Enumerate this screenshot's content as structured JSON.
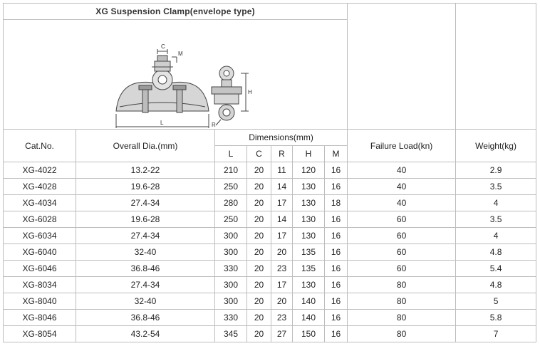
{
  "table": {
    "title": "XG Suspension Clamp(envelope type)",
    "headers": {
      "cat_no": "Cat.No.",
      "overall_dia": "Overall Dia.(mm)",
      "dimensions": "Dimensions(mm)",
      "dim_cols": [
        "L",
        "C",
        "R",
        "H",
        "M"
      ],
      "failure_load": "Failure Load(kn)",
      "weight": "Weight(kg)"
    },
    "figure_labels": [
      "C",
      "M",
      "L",
      "H",
      "R"
    ],
    "rows": [
      {
        "cat": "XG-4022",
        "dia": "13.2-22",
        "L": "210",
        "C": "20",
        "R": "11",
        "H": "120",
        "M": "16",
        "load": "40",
        "weight": "2.9"
      },
      {
        "cat": "XG-4028",
        "dia": "19.6-28",
        "L": "250",
        "C": "20",
        "R": "14",
        "H": "130",
        "M": "16",
        "load": "40",
        "weight": "3.5"
      },
      {
        "cat": "XG-4034",
        "dia": "27.4-34",
        "L": "280",
        "C": "20",
        "R": "17",
        "H": "130",
        "M": "18",
        "load": "40",
        "weight": "4"
      },
      {
        "cat": "XG-6028",
        "dia": "19.6-28",
        "L": "250",
        "C": "20",
        "R": "14",
        "H": "130",
        "M": "16",
        "load": "60",
        "weight": "3.5"
      },
      {
        "cat": "XG-6034",
        "dia": "27.4-34",
        "L": "300",
        "C": "20",
        "R": "17",
        "H": "130",
        "M": "16",
        "load": "60",
        "weight": "4"
      },
      {
        "cat": "XG-6040",
        "dia": "32-40",
        "L": "300",
        "C": "20",
        "R": "20",
        "H": "135",
        "M": "16",
        "load": "60",
        "weight": "4.8"
      },
      {
        "cat": "XG-6046",
        "dia": "36.8-46",
        "L": "330",
        "C": "20",
        "R": "23",
        "H": "135",
        "M": "16",
        "load": "60",
        "weight": "5.4"
      },
      {
        "cat": "XG-8034",
        "dia": "27.4-34",
        "L": "300",
        "C": "20",
        "R": "17",
        "H": "130",
        "M": "16",
        "load": "80",
        "weight": "4.8"
      },
      {
        "cat": "XG-8040",
        "dia": "32-40",
        "L": "300",
        "C": "20",
        "R": "20",
        "H": "140",
        "M": "16",
        "load": "80",
        "weight": "5"
      },
      {
        "cat": "XG-8046",
        "dia": "36.8-46",
        "L": "330",
        "C": "20",
        "R": "23",
        "H": "140",
        "M": "16",
        "load": "80",
        "weight": "5.8"
      },
      {
        "cat": "XG-8054",
        "dia": "43.2-54",
        "L": "345",
        "C": "20",
        "R": "27",
        "H": "150",
        "M": "16",
        "load": "80",
        "weight": "7"
      }
    ]
  }
}
